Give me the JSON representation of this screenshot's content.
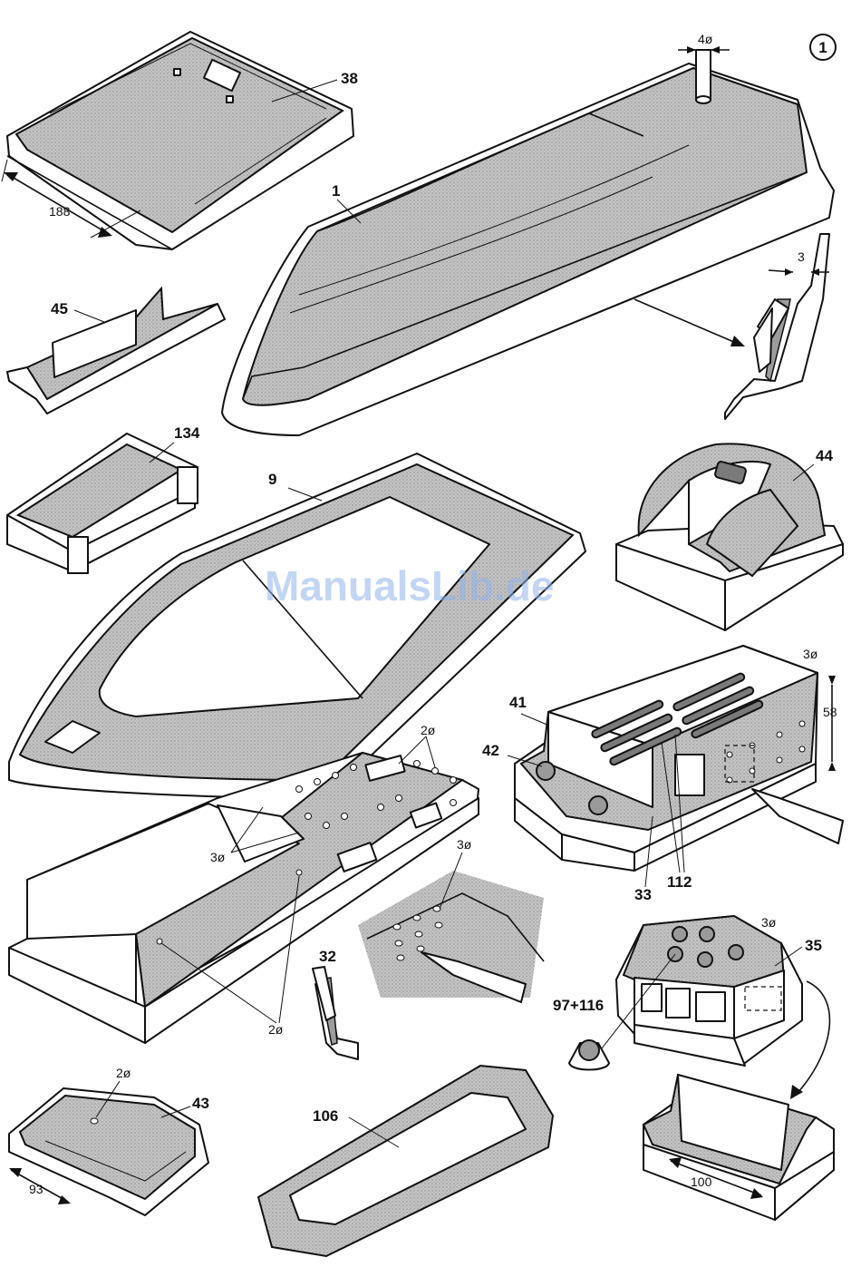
{
  "sheet_number": "1",
  "watermark": "ManualsLib.de",
  "parts": [
    {
      "id": "38",
      "label": "38"
    },
    {
      "id": "1",
      "label": "1"
    },
    {
      "id": "45",
      "label": "45"
    },
    {
      "id": "134",
      "label": "134"
    },
    {
      "id": "9",
      "label": "9"
    },
    {
      "id": "44",
      "label": "44"
    },
    {
      "id": "41",
      "label": "41"
    },
    {
      "id": "42",
      "label": "42"
    },
    {
      "id": "33",
      "label": "33"
    },
    {
      "id": "112",
      "label": "112"
    },
    {
      "id": "32",
      "label": "32"
    },
    {
      "id": "35",
      "label": "35"
    },
    {
      "id": "97_116",
      "label": "97+116"
    },
    {
      "id": "43",
      "label": "43"
    },
    {
      "id": "106",
      "label": "106"
    }
  ],
  "dimensions": {
    "d188": "188",
    "d4": "4ø",
    "d3": "3",
    "d58": "58",
    "d93": "93",
    "d100": "100",
    "hole_3": "3ø",
    "hole_2": "2ø"
  }
}
